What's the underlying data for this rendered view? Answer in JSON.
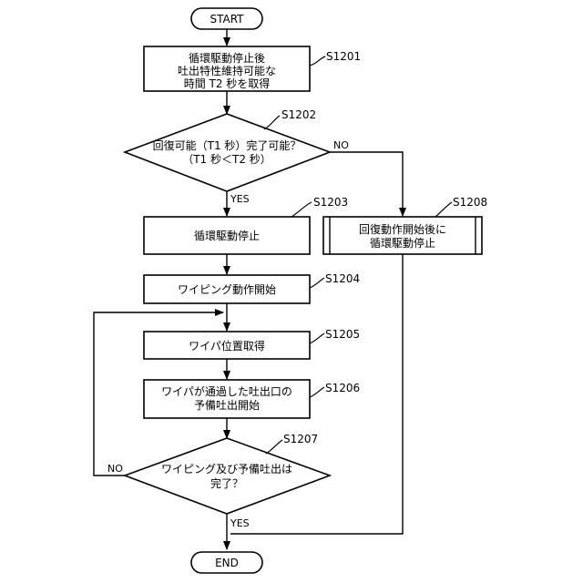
{
  "terminals": {
    "start": "START",
    "end": "END"
  },
  "steps": {
    "s1201": {
      "label": "S1201",
      "line1": "循環駆動停止後",
      "line2": "吐出特性維持可能な",
      "line3": "時間 T2 秒を取得"
    },
    "s1202": {
      "label": "S1202",
      "line1": "回復可能（T1 秒）完了可能？",
      "line2": "（T1 秒＜T2 秒）"
    },
    "s1203": {
      "label": "S1203",
      "line1": "循環駆動停止"
    },
    "s1204": {
      "label": "S1204",
      "line1": "ワイピング動作開始"
    },
    "s1205": {
      "label": "S1205",
      "line1": "ワイパ位置取得"
    },
    "s1206": {
      "label": "S1206",
      "line1": "ワイパが通過した吐出口の",
      "line2": "予備吐出開始"
    },
    "s1207": {
      "label": "S1207",
      "line1": "ワイピング及び予備吐出は",
      "line2": "完了？"
    },
    "s1208": {
      "label": "S1208",
      "line1": "回復動作開始後に",
      "line2": "循環駆動停止"
    }
  },
  "branches": {
    "s1202_yes": "YES",
    "s1202_no": "NO",
    "s1207_yes": "YES",
    "s1207_no": "NO"
  }
}
